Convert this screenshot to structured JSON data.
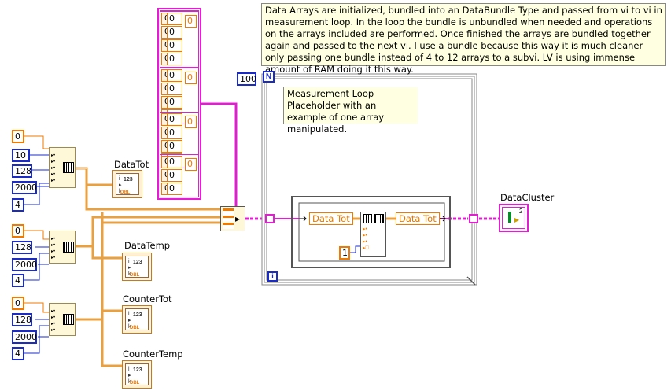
{
  "comments": {
    "top": "Data Arrays are initialized, bundled into an DataBundle Type and passed from vi to vi in measurement loop. In the loop the  bundle is unbundled when needed and operations on the arrays included are performed. Once finished the arrays are bundled together again and passed to the next vi. I use a bundle because this way it is much cleaner only passing one bundle instead of 4 to 12 arrays to a subvi. LV is using immense amount of RAM doing it this way.",
    "loop": "Measurement Loop Placeholder with an example of one array manipulated."
  },
  "loop": {
    "count_value": "100",
    "count_terminal": "N",
    "iteration_terminal": "i"
  },
  "group1": {
    "c0": "0",
    "c1": "10",
    "c2": "128",
    "c3": "2000",
    "c4": "4"
  },
  "group2": {
    "c0": "0",
    "c1": "128",
    "c2": "2000",
    "c3": "4"
  },
  "group3": {
    "c0": "0",
    "c1": "128",
    "c2": "2000",
    "c3": "4"
  },
  "indicators": {
    "data_tot": "DataTot",
    "data_temp": "DataTemp",
    "counter_tot": "CounterTot",
    "counter_temp": "CounterTemp",
    "data_cluster": "DataCluster",
    "type_text": "123",
    "type_dbl": "DBL"
  },
  "inner": {
    "unbundle_label": "Data Tot",
    "bundle_label": "Data Tot",
    "replace_value": "1"
  },
  "cluster_array": {
    "index_value": "0",
    "element_value": "0"
  }
}
